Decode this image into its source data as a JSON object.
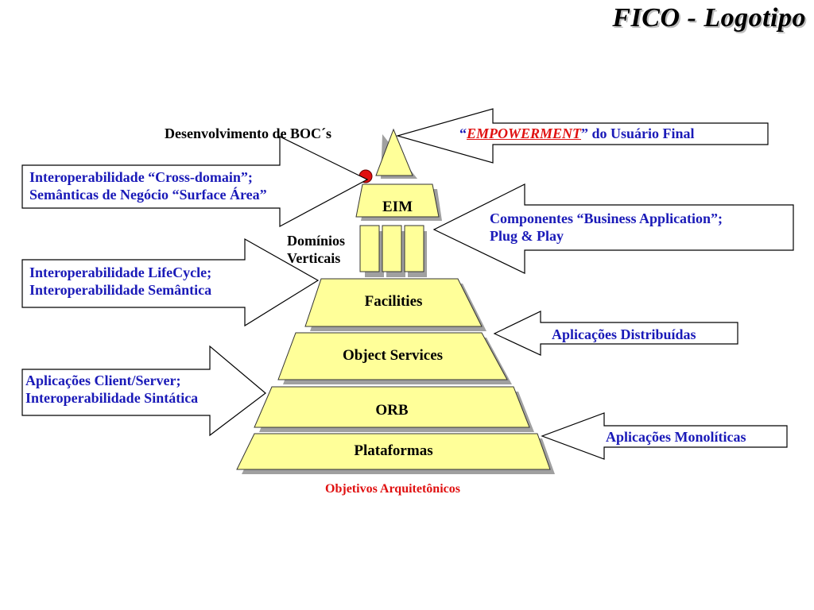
{
  "title": "FICO - Logotipo",
  "top_label": "Desenvolvimento de BOC´s",
  "dominios": [
    "Domínios",
    "Verticais"
  ],
  "layers": {
    "eim": "EIM",
    "facilities": "Facilities",
    "object_services": "Object Services",
    "orb": "ORB",
    "plataformas": "Plataformas"
  },
  "left_callouts": [
    [
      "Interoperabilidade “Cross-domain”;",
      "Semânticas de Negócio “Surface Área”"
    ],
    [
      "Interoperabilidade LifeCycle;",
      "Interoperabilidade Semântica"
    ],
    [
      "Aplicações Client/Server;",
      "Interoperabilidade Sintática"
    ]
  ],
  "right_callouts": {
    "empowerment": {
      "open": "“",
      "word": "EMPOWERMENT",
      "close": "” do Usuário Final"
    },
    "componentes": [
      "Componentes “Business Application”;",
      "Plug & Play"
    ],
    "distribuidas": "Aplicações Distribuídas",
    "monoliticas": "Aplicações Monolíticas"
  },
  "caption": "Objetivos Arquitetônicos",
  "colors": {
    "layer_fill": "#ffff99",
    "shadow": "#999999",
    "callout_text": "#1a1ab8",
    "accent_red": "#e01010"
  }
}
